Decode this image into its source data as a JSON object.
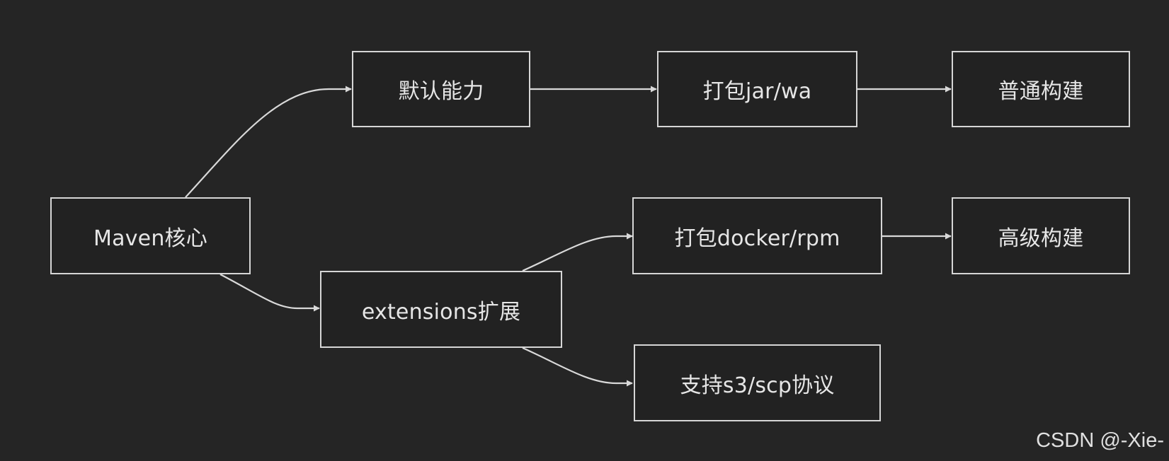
{
  "nodes": {
    "core": {
      "label": "Maven核心"
    },
    "default": {
      "label": "默认能力"
    },
    "extensions": {
      "label": "extensions扩展"
    },
    "jar": {
      "label": "打包jar/wa"
    },
    "docker": {
      "label": "打包docker/rpm"
    },
    "s3": {
      "label": "支持s3/scp协议"
    },
    "normal": {
      "label": "普通构建"
    },
    "advanced": {
      "label": "高级构建"
    }
  },
  "edges": [
    {
      "from": "core",
      "to": "default"
    },
    {
      "from": "core",
      "to": "extensions"
    },
    {
      "from": "default",
      "to": "jar"
    },
    {
      "from": "jar",
      "to": "normal"
    },
    {
      "from": "extensions",
      "to": "docker"
    },
    {
      "from": "extensions",
      "to": "s3"
    },
    {
      "from": "docker",
      "to": "advanced"
    }
  ],
  "watermark": "CSDN @-Xie-",
  "colors": {
    "background": "#252525",
    "node_fill": "#222222",
    "node_border": "#d6d6d6",
    "edge": "#d9d9d9",
    "text": "#e6e6e6"
  }
}
